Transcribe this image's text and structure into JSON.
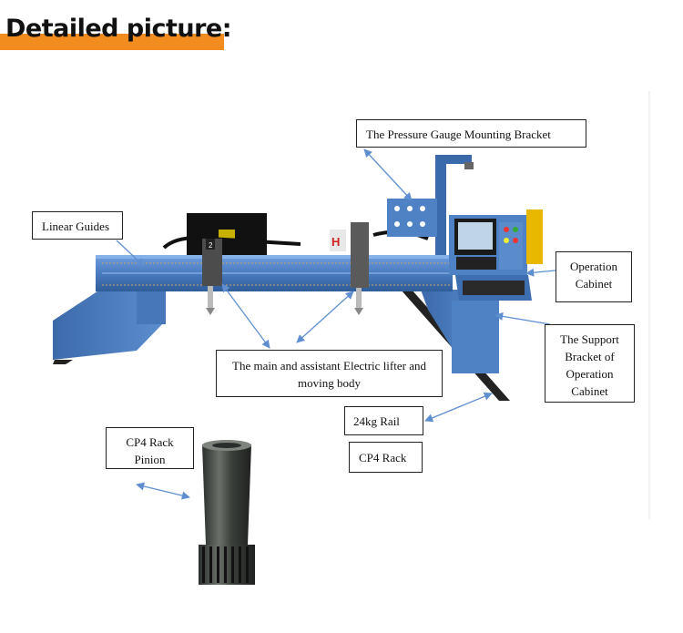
{
  "header": {
    "title": "Detailed picture:"
  },
  "labels": {
    "pressure_gauge": "The Pressure Gauge Mounting Bracket",
    "linear_guides": "Linear Guides",
    "operation_cabinet_1": "Operation",
    "operation_cabinet_2": "Cabinet",
    "support_bracket_1": "The Support",
    "support_bracket_2": "Bracket of",
    "support_bracket_3": "Operation",
    "support_bracket_4": "Cabinet",
    "lifter_1": "The main and assistant Electric lifter and",
    "lifter_2": "moving body",
    "rail": "24kg Rail",
    "rack": "CP4 Rack",
    "pinion_1": "CP4 Rack",
    "pinion_2": "Pinion"
  },
  "machine": {
    "brand_text": "H",
    "number_tag": "2"
  },
  "colors": {
    "accent": "#f28c1e",
    "machine_blue": "#4f7fc0",
    "machine_blue_dark": "#2f5d99",
    "arrow": "#5f8fd0"
  }
}
